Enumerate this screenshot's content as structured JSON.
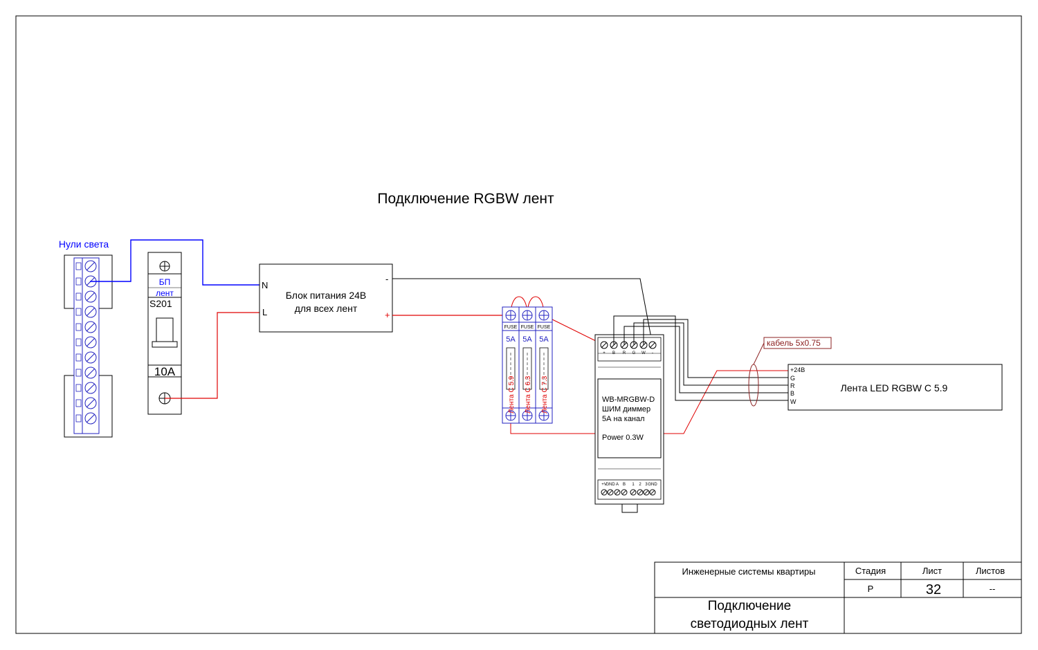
{
  "title": "Подключение RGBW лент",
  "neutral_bus": {
    "label": "Нули света"
  },
  "breaker": {
    "label_top": "БП",
    "label_sub": "лент",
    "model": "S201",
    "rating": "10А"
  },
  "psu": {
    "line1": "Блок питания 24В",
    "line2": "для всех лент",
    "pin_n": "N",
    "pin_l": "L",
    "pin_minus": "-",
    "pin_plus": "+"
  },
  "fuses": {
    "items": [
      {
        "label": "FUSE",
        "rating": "5А",
        "tag": "Лента С 5.9"
      },
      {
        "label": "FUSE",
        "rating": "5А",
        "tag": "Лента С 6.3"
      },
      {
        "label": "FUSE",
        "rating": "5А",
        "tag": "Лента С 7.3"
      }
    ]
  },
  "dimmer": {
    "model": "WB-MRGBW-D",
    "type": "ШИМ диммер",
    "channel": "5А на канал",
    "power": "Power 0.3W",
    "top_terminals": [
      "+",
      "B",
      "R",
      "G",
      "W",
      "-"
    ],
    "bottom_terminals": [
      "+V",
      "GND",
      "A",
      "B",
      "1",
      "2",
      "3",
      "GND"
    ]
  },
  "cable": {
    "label": "кабель 5х0.75"
  },
  "led_strip": {
    "label": "Лента LED RGBW C 5.9",
    "pins": [
      "+24В",
      "G",
      "R",
      "B",
      "W"
    ]
  },
  "title_block": {
    "project": "Инженерные системы квартиры",
    "stage_header": "Стадия",
    "sheet_header": "Лист",
    "sheets_header": "Листов",
    "stage": "Р",
    "sheet": "32",
    "sheets": "--",
    "drawing_title_1": "Подключение",
    "drawing_title_2": "светодиодных лент"
  },
  "colors": {
    "neutral_wire": "#0000ff",
    "phase_wire": "#e00000",
    "signal_wire": "#000000",
    "device": "#2020c0",
    "cable_tag": "#8b2020"
  }
}
